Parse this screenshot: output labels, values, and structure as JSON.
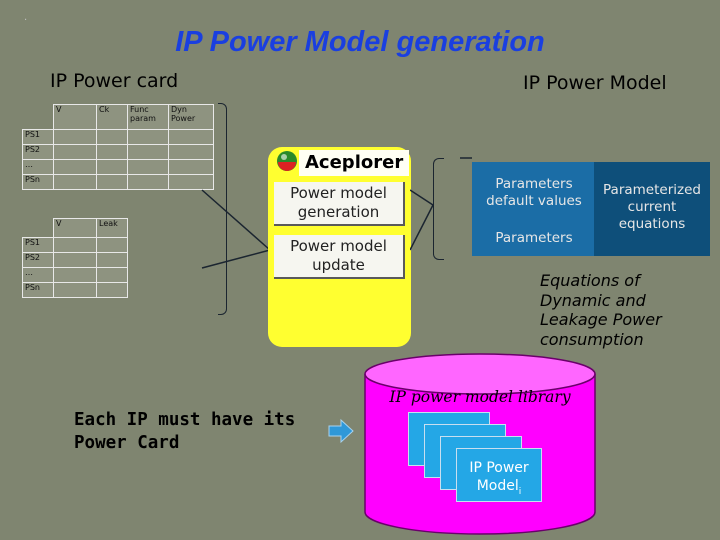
{
  "title": "IP Power Model generation",
  "top_dot": ".",
  "headings": {
    "power_card": "IP Power card",
    "power_model": "IP Power Model"
  },
  "card_dynamic": {
    "columns": [
      "",
      "V",
      "Ck",
      "Func param",
      "Dyn Power"
    ],
    "rows": [
      "PS1",
      "PS2",
      "…",
      "PSn"
    ]
  },
  "card_leakage": {
    "columns": [
      "",
      "V",
      "Leak"
    ],
    "rows": [
      "PS1",
      "PS2",
      "…",
      "PSn"
    ]
  },
  "tool": {
    "name": "Aceplorer",
    "btn_generation": "Power model generation",
    "btn_update": "Power model update"
  },
  "model": {
    "defaults": "Parameters default values",
    "parameters": "Parameters",
    "current_eq": "Parameterized current equations",
    "equations_note": "Equations of Dynamic and Leakage Power consumption"
  },
  "note": "Each IP must have its Power Card",
  "library": {
    "label": "IP power model library",
    "card_text": "IP Power Model",
    "card_sub": "i"
  },
  "colors": {
    "title": "#1a3fe0",
    "tool_bg": "#ffff30",
    "library": "#ff00ff",
    "card_blue": "#24a7e6"
  }
}
